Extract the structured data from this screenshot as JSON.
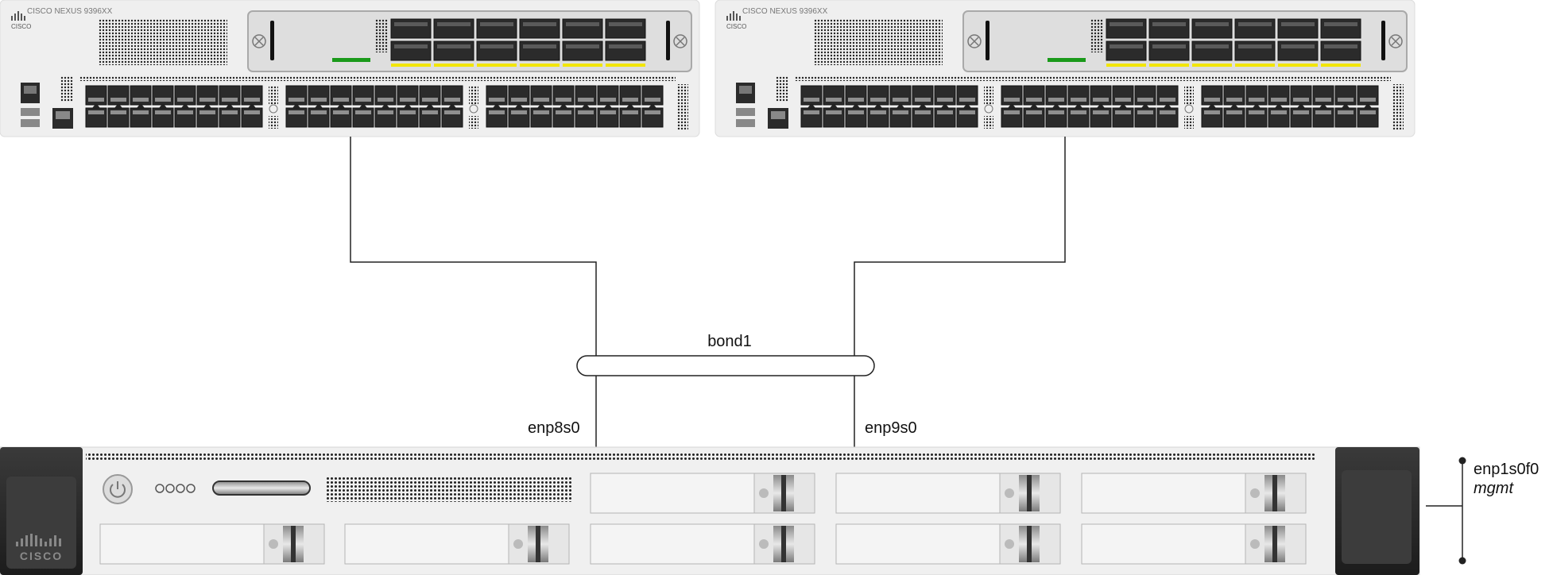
{
  "switches": [
    {
      "model_label": "CISCO NEXUS 9396XX",
      "logo_text": "CISCO"
    },
    {
      "model_label": "CISCO NEXUS 9396XX",
      "logo_text": "CISCO"
    }
  ],
  "bond": {
    "label": "bond1"
  },
  "interfaces": {
    "left": "enp8s0",
    "right": "enp9s0",
    "mgmt": "enp1s0f0",
    "mgmt_role": "mgmt"
  },
  "server": {
    "logo_text": "CISCO"
  },
  "colors": {
    "chassis": "#efefef",
    "chassis_border": "#d9d9d9",
    "port_dark": "#2b2b2b",
    "line": "#222222",
    "status_led": "#1a9a1a",
    "port_led": "#f2e600",
    "server_bezel": "#2a2a2a"
  }
}
